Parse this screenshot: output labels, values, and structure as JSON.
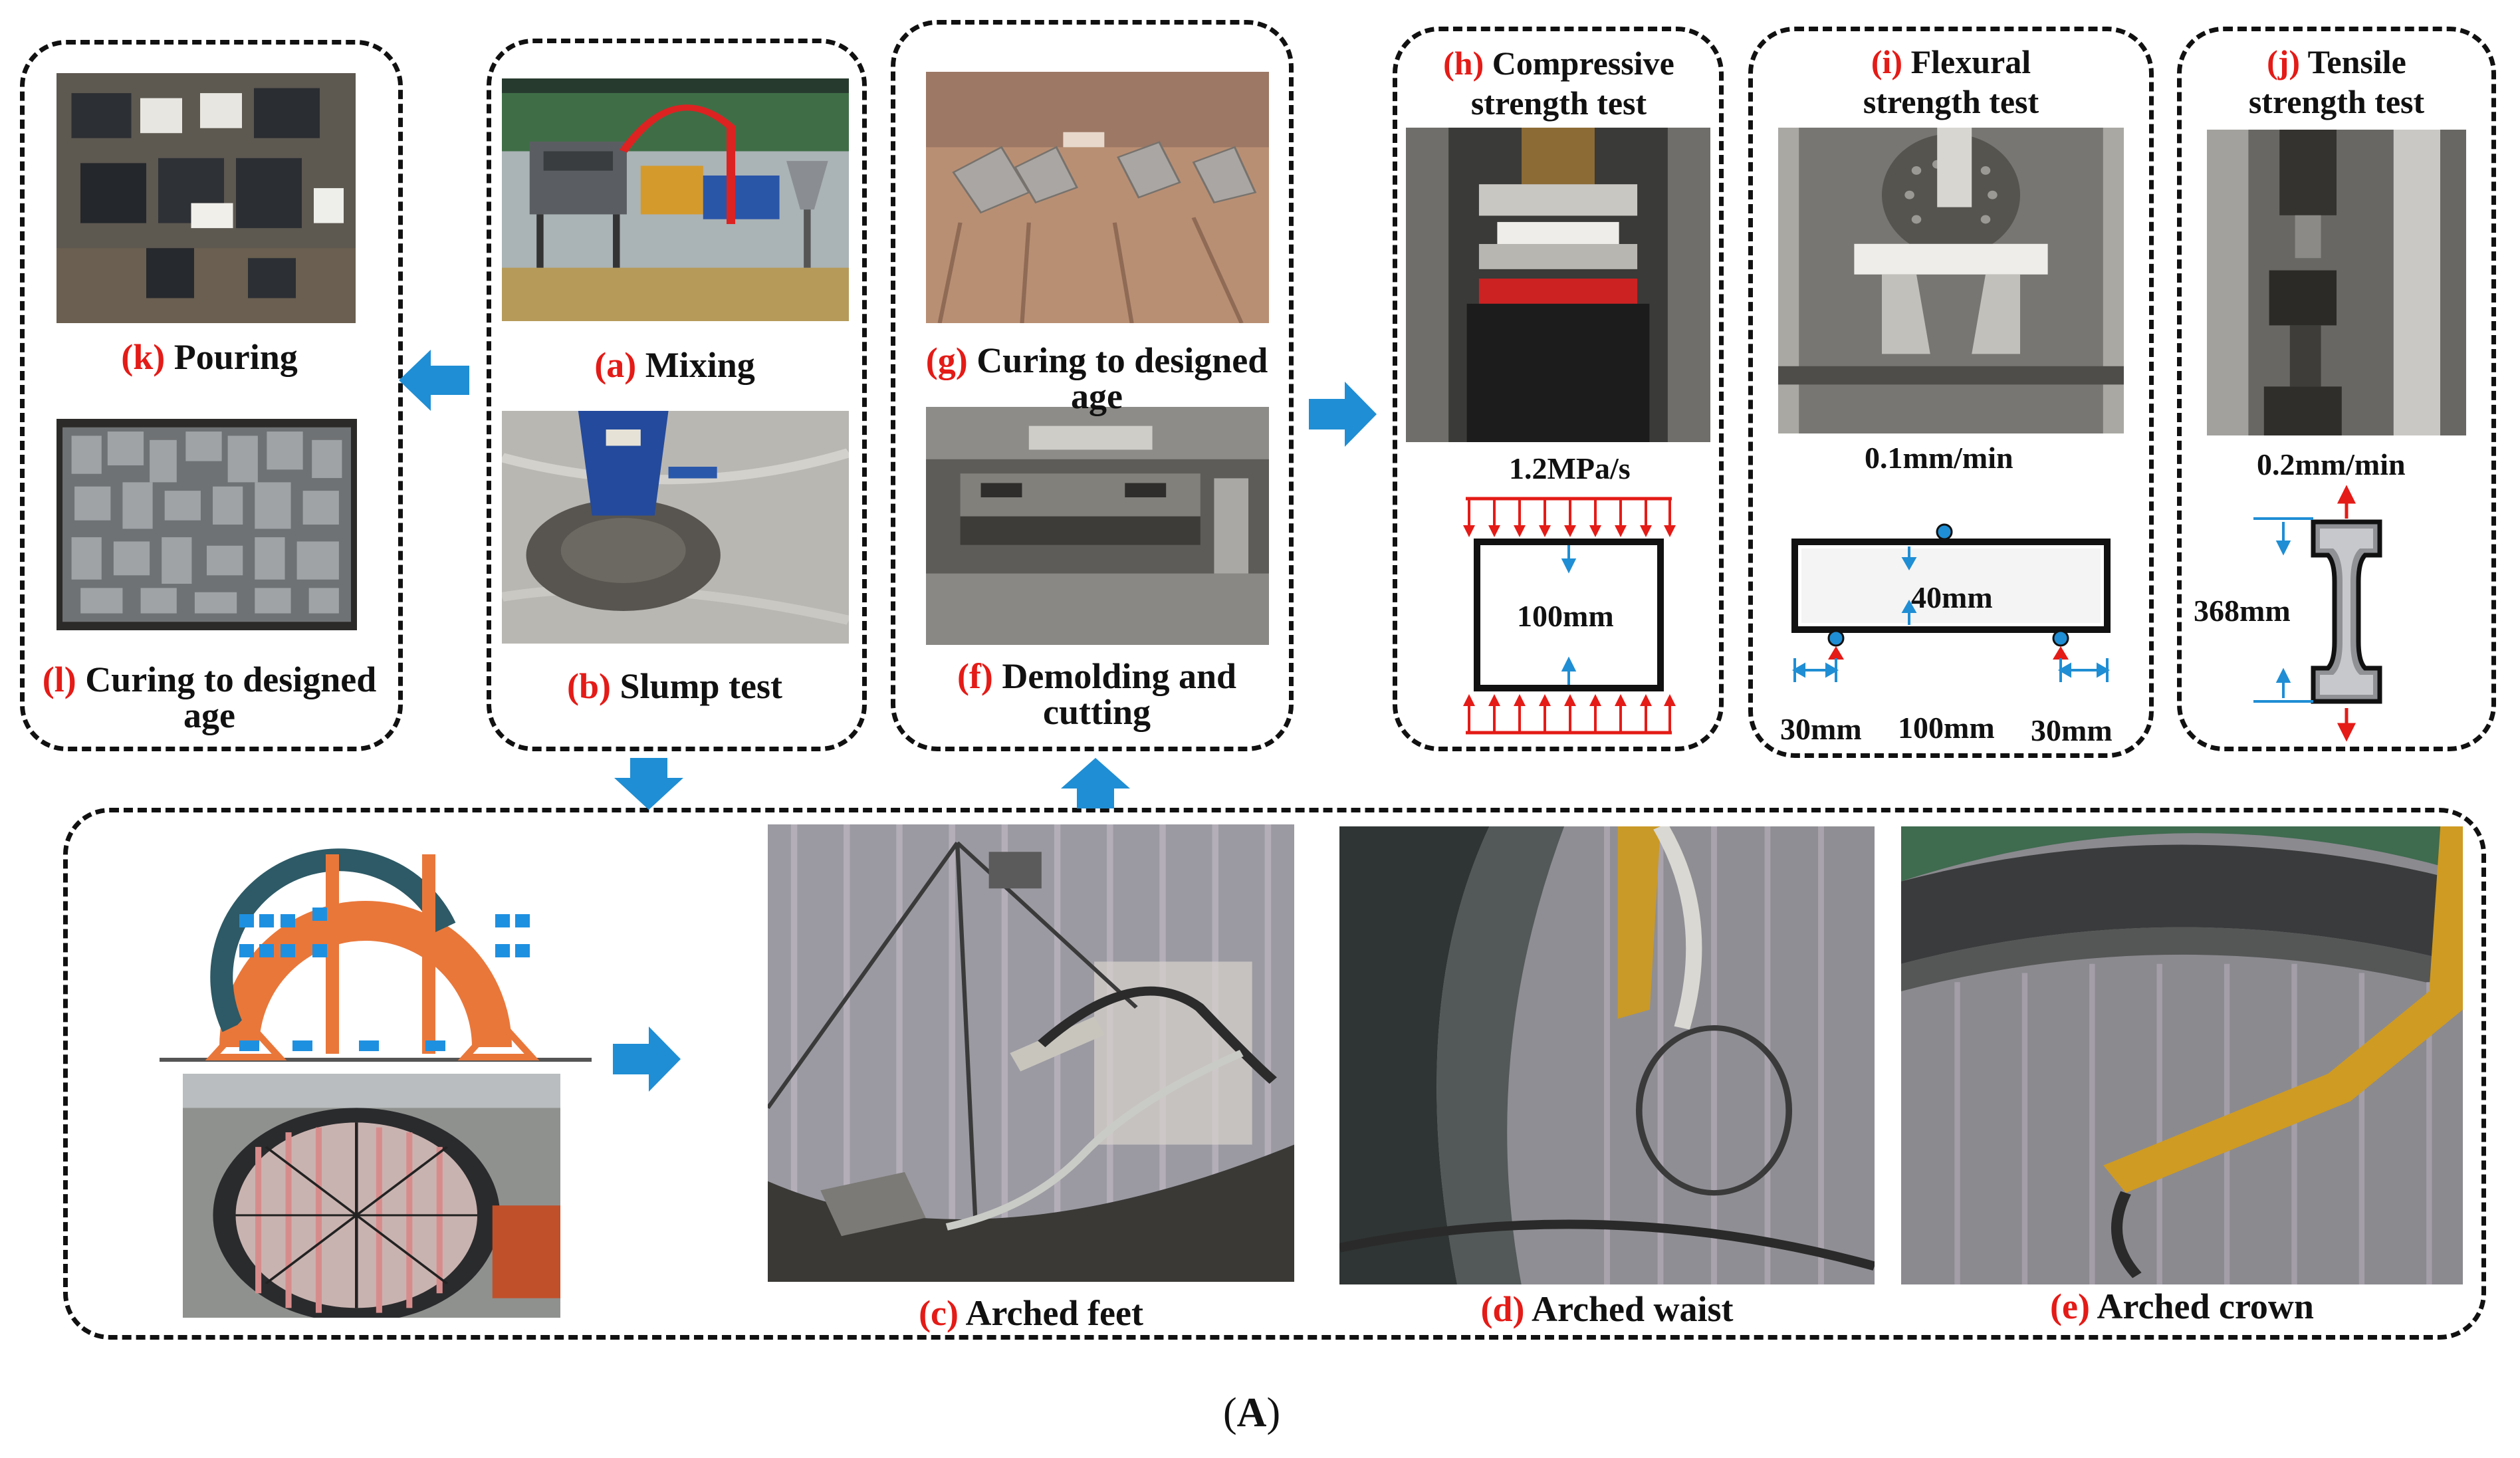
{
  "steps": {
    "k": {
      "letter": "(k)",
      "label": "Pouring"
    },
    "l": {
      "letter": "(l)",
      "label": "Curing to designed",
      "label2": "age"
    },
    "a": {
      "letter": "(a)",
      "label": "Mixing"
    },
    "b": {
      "letter": "(b)",
      "label": "Slump test"
    },
    "g": {
      "letter": "(g)",
      "label": "Curing to designed",
      "label2": "age"
    },
    "f": {
      "letter": "(f)",
      "label": "Demolding and",
      "label2": "cutting"
    },
    "h": {
      "letter": "(h)",
      "label": "Compressive",
      "label2": "strength test"
    },
    "i": {
      "letter": "(i)",
      "label": "Flexural",
      "label2": "strength test"
    },
    "j": {
      "letter": "(j)",
      "label": "Tensile",
      "label2": "strength test"
    },
    "c": {
      "letter": "(c)",
      "label": "Arched feet"
    },
    "d": {
      "letter": "(d)",
      "label": "Arched waist"
    },
    "e": {
      "letter": "(e)",
      "label": "Arched crown"
    }
  },
  "tests": {
    "compressive": {
      "rate": "1.2MPa/s",
      "size": "100mm"
    },
    "flexural": {
      "rate": "0.1mm/min",
      "depth": "40mm",
      "span": "100mm",
      "overhang_left": "30mm",
      "overhang_right": "30mm"
    },
    "tensile": {
      "rate": "0.2mm/min",
      "length": "368mm"
    }
  },
  "figure_label": {
    "open": "(",
    "letter": "A",
    "close": ")"
  },
  "colors": {
    "letter_red": "#e41b17",
    "arrow_blue": "#1f8ed4",
    "load_red": "#e41b17",
    "dim_blue": "#1f8ed4",
    "frame_orange": "#e9773a"
  }
}
